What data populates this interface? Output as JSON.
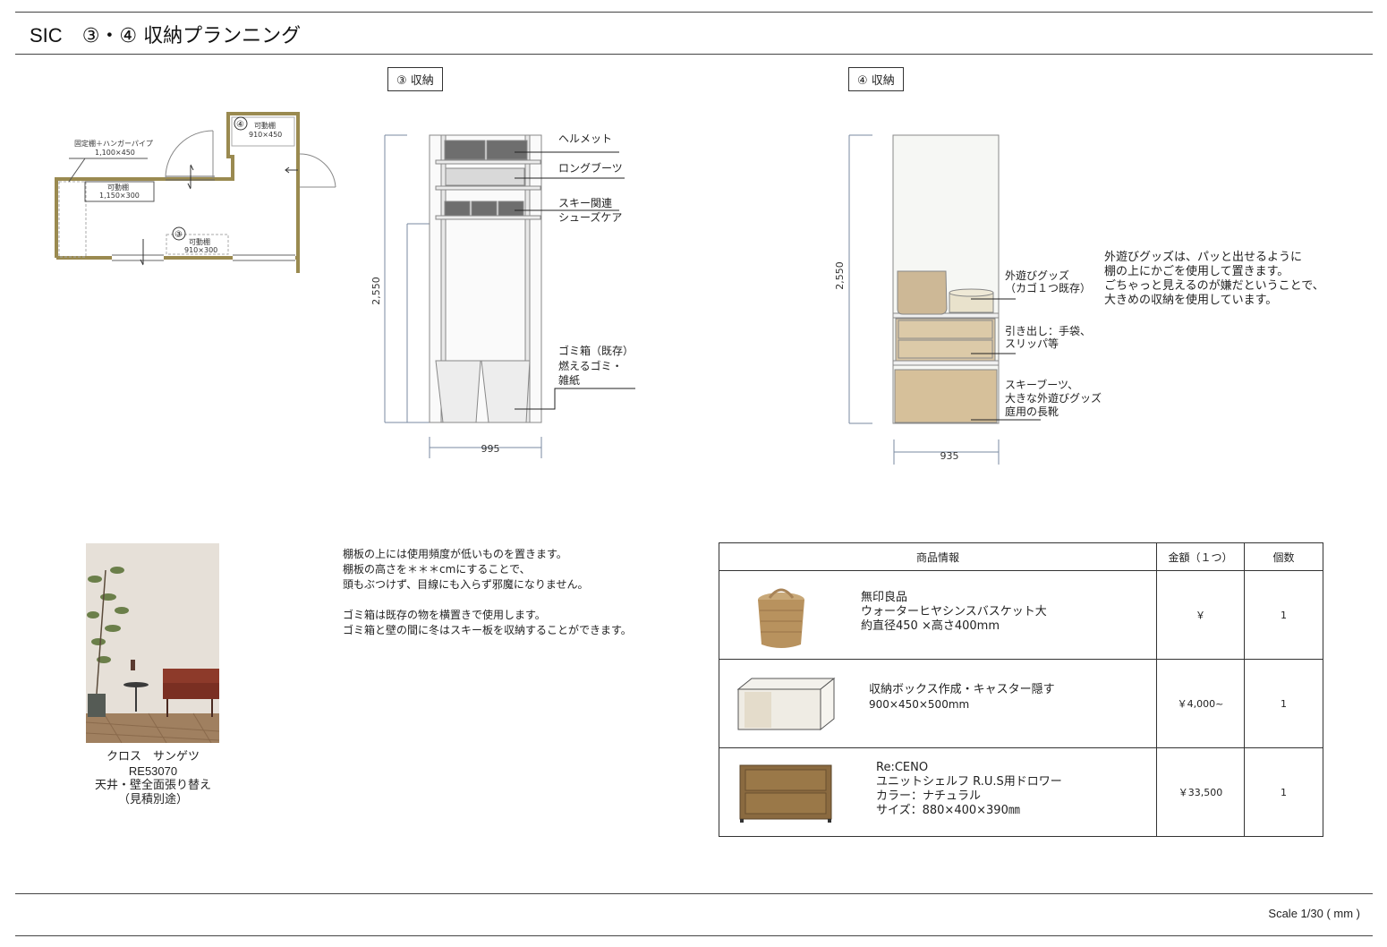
{
  "header": {
    "code": "SIC",
    "title": "③・④ 収納プランニング"
  },
  "floor_plan": {
    "label_fixed": "固定棚＋ハンガーパイプ",
    "size_fixed": "1,100×450",
    "label_movable_a": "可動棚",
    "size_movable_a": "1,150×300",
    "num_4": "④",
    "label_movable_b": "可動棚",
    "size_movable_b": "910×450",
    "num_3": "③",
    "label_movable_c": "可動棚",
    "size_movable_c": "910×300"
  },
  "elevation_3": {
    "label": "③ 収納",
    "height_dim": "2,550",
    "width_dim": "995",
    "annotations": {
      "helmet": "ヘルメット",
      "long_boots": "ロングブーツ",
      "ski_1": "スキー関連",
      "ski_2": "シューズケア",
      "trash_1": "ゴミ箱（既存）",
      "trash_2": "燃えるゴミ・",
      "trash_3": "雑紙"
    }
  },
  "elevation_4": {
    "label": "④ 収納",
    "height_dim": "2,550",
    "width_dim": "935",
    "annotations": {
      "outdoor_1": "外遊びグッズ",
      "outdoor_2": "（カゴ１つ既存）",
      "drawer_1": "引き出し：手袋、",
      "drawer_2": "スリッパ等",
      "bottom_1": "スキーブーツ、",
      "bottom_2": "大きな外遊びグッズ",
      "bottom_3": "庭用の長靴"
    }
  },
  "note_right": {
    "line1": "外遊びグッズは、パッと出せるように",
    "line2": "棚の上にかごを使用して置きます。",
    "line3": "ごちゃっと見えるのが嫌だということで、",
    "line4": "大きめの収納を使用しています。"
  },
  "note_center": {
    "line1": "棚板の上には使用頻度が低いものを置きます。",
    "line2": "棚板の高さを＊＊＊cmにすることで、",
    "line3": "頭もぶつけず、目線にも入らず邪魔になりません。",
    "line4": "ゴミ箱は既存の物を横置きで使用します。",
    "line5": "ゴミ箱と壁の間に冬はスキー板を収納することができます。"
  },
  "wallpaper": {
    "line1": "クロス　サンゲツ",
    "line2": "RE53070",
    "line3": "天井・壁全面張り替え",
    "line4": "（見積別途）"
  },
  "products": {
    "headers": {
      "info": "商品情報",
      "price": "金額（１つ）",
      "qty": "個数"
    },
    "rows": [
      {
        "line1": "無印良品",
        "line2": "ウォーターヒヤシンスバスケット大",
        "line3": "約直径450 ×高さ400mm",
        "line4": "",
        "price": "￥",
        "qty": "1"
      },
      {
        "line1": "収納ボックス作成・キャスター隠す",
        "line2": "900×450×500mm",
        "line3": "",
        "line4": "",
        "price": "￥4,000~",
        "qty": "1"
      },
      {
        "line1": "Re:CENO",
        "line2": "ユニットシェルフ R.U.S用ドロワー",
        "line3": "カラー：ナチュラル",
        "line4": "サイズ：880×400×390㎜",
        "price": "￥33,500",
        "qty": "1"
      }
    ]
  },
  "footer": {
    "scale": "Scale 1/30 ( mm )"
  }
}
